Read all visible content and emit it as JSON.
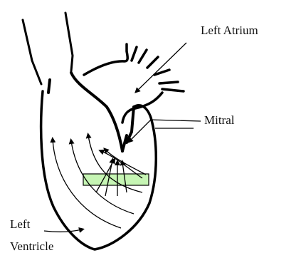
{
  "labels": {
    "left_atrium": "Left Atrium",
    "mitral": "Mitral",
    "left_ventricle_line1": "Left",
    "left_ventricle_line2": "Ventricle"
  },
  "colors": {
    "ink": "#000000",
    "sample_box_fill": "#c6f5b4",
    "background": "#ffffff"
  }
}
